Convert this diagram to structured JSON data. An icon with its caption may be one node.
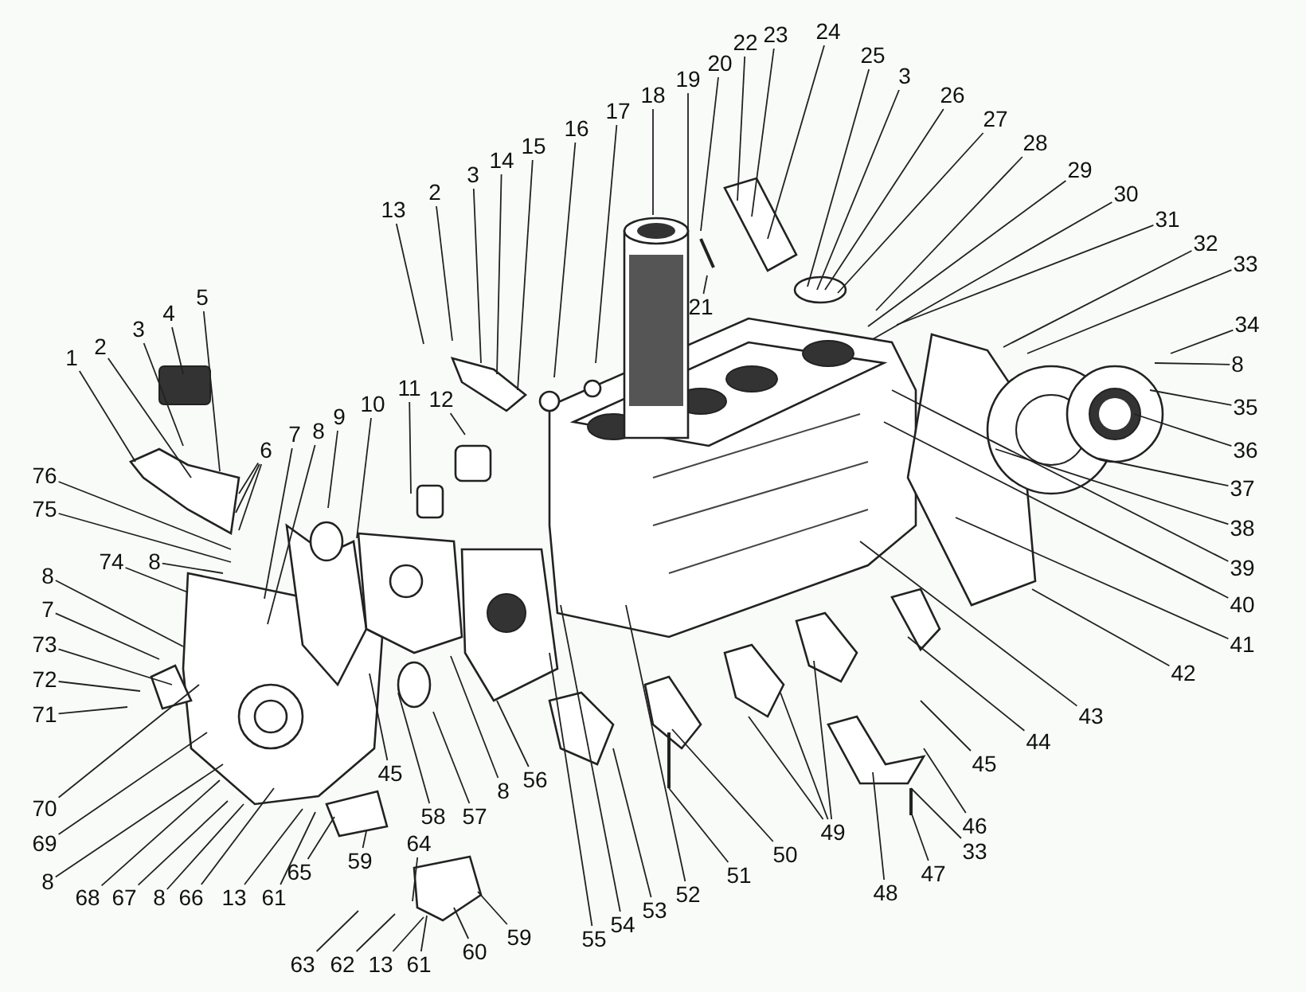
{
  "diagram": {
    "nodes": [
      {
        "text": [
          "1"
        ]
      },
      {
        "text": [
          "2"
        ]
      },
      {
        "text": [
          "3"
        ]
      },
      {
        "text": [
          "4"
        ]
      },
      {
        "text": [
          "5"
        ]
      },
      {
        "text": [
          "6"
        ]
      },
      {
        "text": [
          "76"
        ]
      },
      {
        "text": [
          "75"
        ]
      },
      {
        "text": [
          "74"
        ]
      },
      {
        "text": [
          "8"
        ]
      },
      {
        "text": [
          "8"
        ]
      },
      {
        "text": [
          "7"
        ]
      },
      {
        "text": [
          "73"
        ]
      },
      {
        "text": [
          "72"
        ]
      },
      {
        "text": [
          "71"
        ]
      },
      {
        "text": [
          "70"
        ]
      },
      {
        "text": [
          "69"
        ]
      },
      {
        "text": [
          "8"
        ]
      },
      {
        "text": [
          "68"
        ]
      },
      {
        "text": [
          "67"
        ]
      },
      {
        "text": [
          "8"
        ]
      },
      {
        "text": [
          "66"
        ]
      },
      {
        "text": [
          "13"
        ]
      },
      {
        "text": [
          "61"
        ]
      },
      {
        "text": [
          "7"
        ]
      },
      {
        "text": [
          "8"
        ]
      },
      {
        "text": [
          "9"
        ]
      },
      {
        "text": [
          "10"
        ]
      },
      {
        "text": [
          "11"
        ]
      },
      {
        "text": [
          "12"
        ]
      },
      {
        "text": [
          "13"
        ]
      },
      {
        "text": [
          "2"
        ]
      },
      {
        "text": [
          "3"
        ]
      },
      {
        "text": [
          "14"
        ]
      },
      {
        "text": [
          "15"
        ]
      },
      {
        "text": [
          "16"
        ]
      },
      {
        "text": [
          "17"
        ]
      },
      {
        "text": [
          "18"
        ]
      },
      {
        "text": [
          "19"
        ]
      },
      {
        "text": [
          "20"
        ]
      },
      {
        "text": [
          "21"
        ]
      },
      {
        "text": [
          "22"
        ]
      },
      {
        "text": [
          "23"
        ]
      },
      {
        "text": [
          "24"
        ]
      },
      {
        "text": [
          "25"
        ]
      },
      {
        "text": [
          "3"
        ]
      },
      {
        "text": [
          "26"
        ]
      },
      {
        "text": [
          "27"
        ]
      },
      {
        "text": [
          "28"
        ]
      },
      {
        "text": [
          "29"
        ]
      },
      {
        "text": [
          "30"
        ]
      },
      {
        "text": [
          "31"
        ]
      },
      {
        "text": [
          "32"
        ]
      },
      {
        "text": [
          "33"
        ]
      },
      {
        "text": [
          "34"
        ]
      },
      {
        "text": [
          "8"
        ]
      },
      {
        "text": [
          "35"
        ]
      },
      {
        "text": [
          "36"
        ]
      },
      {
        "text": [
          "37"
        ]
      },
      {
        "text": [
          "38"
        ]
      },
      {
        "text": [
          "39"
        ]
      },
      {
        "text": [
          "40"
        ]
      },
      {
        "text": [
          "41"
        ]
      },
      {
        "text": [
          "42"
        ]
      },
      {
        "text": [
          "43"
        ]
      },
      {
        "text": [
          "44"
        ]
      },
      {
        "text": [
          "45"
        ]
      },
      {
        "text": [
          "46"
        ]
      },
      {
        "text": [
          "33"
        ]
      },
      {
        "text": [
          "47"
        ]
      },
      {
        "text": [
          "48"
        ]
      },
      {
        "text": [
          "49"
        ]
      },
      {
        "text": [
          "50"
        ]
      },
      {
        "text": [
          "51"
        ]
      },
      {
        "text": [
          "52"
        ]
      },
      {
        "text": [
          "53"
        ]
      },
      {
        "text": [
          "54"
        ]
      },
      {
        "text": [
          "55"
        ]
      },
      {
        "text": [
          "56"
        ]
      },
      {
        "text": [
          "8"
        ]
      },
      {
        "text": [
          "57"
        ]
      },
      {
        "text": [
          "58"
        ]
      },
      {
        "text": [
          "45"
        ]
      },
      {
        "text": [
          "65"
        ]
      },
      {
        "text": [
          "59"
        ]
      },
      {
        "text": [
          "64"
        ]
      },
      {
        "text": [
          "63"
        ]
      },
      {
        "text": [
          "62"
        ]
      },
      {
        "text": [
          "13"
        ]
      },
      {
        "text": [
          "61"
        ]
      },
      {
        "text": [
          "60"
        ]
      },
      {
        "text": [
          "59"
        ]
      }
    ],
    "edges": [
      {
        "from": 0,
        "to": null,
        "arrow": "none"
      },
      {
        "from": 1,
        "to": null,
        "arrow": "none"
      },
      {
        "from": 2,
        "to": null,
        "arrow": "none"
      },
      {
        "from": 3,
        "to": null,
        "arrow": "none"
      },
      {
        "from": 4,
        "to": null,
        "arrow": "none"
      },
      {
        "from": 5,
        "to": null,
        "arrow": "none"
      },
      {
        "from": 5,
        "to": null,
        "arrow": "none"
      },
      {
        "from": 5,
        "to": null,
        "arrow": "none"
      },
      {
        "from": 6,
        "to": null,
        "arrow": "none"
      },
      {
        "from": 7,
        "to": null,
        "arrow": "none"
      },
      {
        "from": 8,
        "to": null,
        "arrow": "none"
      },
      {
        "from": 9,
        "to": null,
        "arrow": "none"
      },
      {
        "from": 10,
        "to": null,
        "arrow": "none"
      },
      {
        "from": 11,
        "to": null,
        "arrow": "none"
      },
      {
        "from": 12,
        "to": null,
        "arrow": "none"
      },
      {
        "from": 13,
        "to": null,
        "arrow": "none"
      },
      {
        "from": 14,
        "to": null,
        "arrow": "none"
      },
      {
        "from": 15,
        "to": null,
        "arrow": "none"
      },
      {
        "from": 16,
        "to": null,
        "arrow": "none"
      },
      {
        "from": 17,
        "to": null,
        "arrow": "none"
      },
      {
        "from": 18,
        "to": null,
        "arrow": "none"
      },
      {
        "from": 19,
        "to": null,
        "arrow": "none"
      },
      {
        "from": 20,
        "to": null,
        "arrow": "none"
      },
      {
        "from": 21,
        "to": null,
        "arrow": "none"
      },
      {
        "from": 22,
        "to": null,
        "arrow": "none"
      },
      {
        "from": 23,
        "to": null,
        "arrow": "none"
      },
      {
        "from": 24,
        "to": null,
        "arrow": "none"
      },
      {
        "from": 25,
        "to": null,
        "arrow": "none"
      },
      {
        "from": 26,
        "to": null,
        "arrow": "none"
      },
      {
        "from": 27,
        "to": null,
        "arrow": "none"
      },
      {
        "from": 28,
        "to": null,
        "arrow": "none"
      },
      {
        "from": 29,
        "to": null,
        "arrow": "none"
      },
      {
        "from": 30,
        "to": null,
        "arrow": "none"
      },
      {
        "from": 31,
        "to": null,
        "arrow": "none"
      },
      {
        "from": 32,
        "to": null,
        "arrow": "none"
      },
      {
        "from": 33,
        "to": null,
        "arrow": "none"
      },
      {
        "from": 34,
        "to": null,
        "arrow": "none"
      },
      {
        "from": 35,
        "to": null,
        "arrow": "none"
      },
      {
        "from": 36,
        "to": null,
        "arrow": "none"
      },
      {
        "from": 37,
        "to": null,
        "arrow": "none"
      },
      {
        "from": 38,
        "to": null,
        "arrow": "none"
      },
      {
        "from": 39,
        "to": null,
        "arrow": "none"
      },
      {
        "from": 40,
        "to": null,
        "arrow": "none"
      },
      {
        "from": 41,
        "to": null,
        "arrow": "none"
      },
      {
        "from": 42,
        "to": null,
        "arrow": "none"
      },
      {
        "from": 43,
        "to": null,
        "arrow": "none"
      },
      {
        "from": 44,
        "to": null,
        "arrow": "none"
      },
      {
        "from": 45,
        "to": null,
        "arrow": "none"
      },
      {
        "from": 46,
        "to": null,
        "arrow": "none"
      },
      {
        "from": 47,
        "to": null,
        "arrow": "none"
      },
      {
        "from": 48,
        "to": null,
        "arrow": "none"
      },
      {
        "from": 49,
        "to": null,
        "arrow": "none"
      },
      {
        "from": 50,
        "to": null,
        "arrow": "none"
      },
      {
        "from": 51,
        "to": null,
        "arrow": "none"
      },
      {
        "from": 52,
        "to": null,
        "arrow": "none"
      },
      {
        "from": 53,
        "to": null,
        "arrow": "none"
      },
      {
        "from": 54,
        "to": null,
        "arrow": "none"
      },
      {
        "from": 55,
        "to": null,
        "arrow": "none"
      },
      {
        "from": 56,
        "to": null,
        "arrow": "none"
      },
      {
        "from": 57,
        "to": null,
        "arrow": "none"
      },
      {
        "from": 58,
        "to": null,
        "arrow": "none"
      },
      {
        "from": 59,
        "to": null,
        "arrow": "none"
      },
      {
        "from": 60,
        "to": null,
        "arrow": "none"
      },
      {
        "from": 61,
        "to": null,
        "arrow": "none"
      },
      {
        "from": 62,
        "to": null,
        "arrow": "none"
      },
      {
        "from": 63,
        "to": null,
        "arrow": "none"
      },
      {
        "from": 64,
        "to": null,
        "arrow": "none"
      },
      {
        "from": 65,
        "to": null,
        "arrow": "none"
      },
      {
        "from": 66,
        "to": null,
        "arrow": "none"
      },
      {
        "from": 67,
        "to": null,
        "arrow": "none"
      },
      {
        "from": 68,
        "to": null,
        "arrow": "none"
      },
      {
        "from": 69,
        "to": null,
        "arrow": "none"
      },
      {
        "from": 70,
        "to": null,
        "arrow": "none"
      },
      {
        "from": 71,
        "to": null,
        "arrow": "none"
      },
      {
        "from": 71,
        "to": null,
        "arrow": "none"
      },
      {
        "from": 71,
        "to": null,
        "arrow": "none"
      },
      {
        "from": 72,
        "to": null,
        "arrow": "none"
      },
      {
        "from": 73,
        "to": null,
        "arrow": "none"
      },
      {
        "from": 74,
        "to": null,
        "arrow": "none"
      },
      {
        "from": 75,
        "to": null,
        "arrow": "none"
      },
      {
        "from": 76,
        "to": null,
        "arrow": "none"
      },
      {
        "from": 77,
        "to": null,
        "arrow": "none"
      },
      {
        "from": 78,
        "to": null,
        "arrow": "none"
      },
      {
        "from": 79,
        "to": null,
        "arrow": "none"
      },
      {
        "from": 80,
        "to": null,
        "arrow": "none"
      },
      {
        "from": 81,
        "to": null,
        "arrow": "none"
      },
      {
        "from": 82,
        "to": null,
        "arrow": "none"
      },
      {
        "from": 83,
        "to": null,
        "arrow": "none"
      },
      {
        "from": 84,
        "to": null,
        "arrow": "none"
      },
      {
        "from": 85,
        "to": null,
        "arrow": "none"
      },
      {
        "from": 86,
        "to": null,
        "arrow": "none"
      },
      {
        "from": 87,
        "to": null,
        "arrow": "none"
      },
      {
        "from": 88,
        "to": null,
        "arrow": "none"
      },
      {
        "from": 89,
        "to": null,
        "arrow": "none"
      },
      {
        "from": 90,
        "to": null,
        "arrow": "none"
      },
      {
        "from": 91,
        "to": null,
        "arrow": "none"
      }
    ]
  }
}
